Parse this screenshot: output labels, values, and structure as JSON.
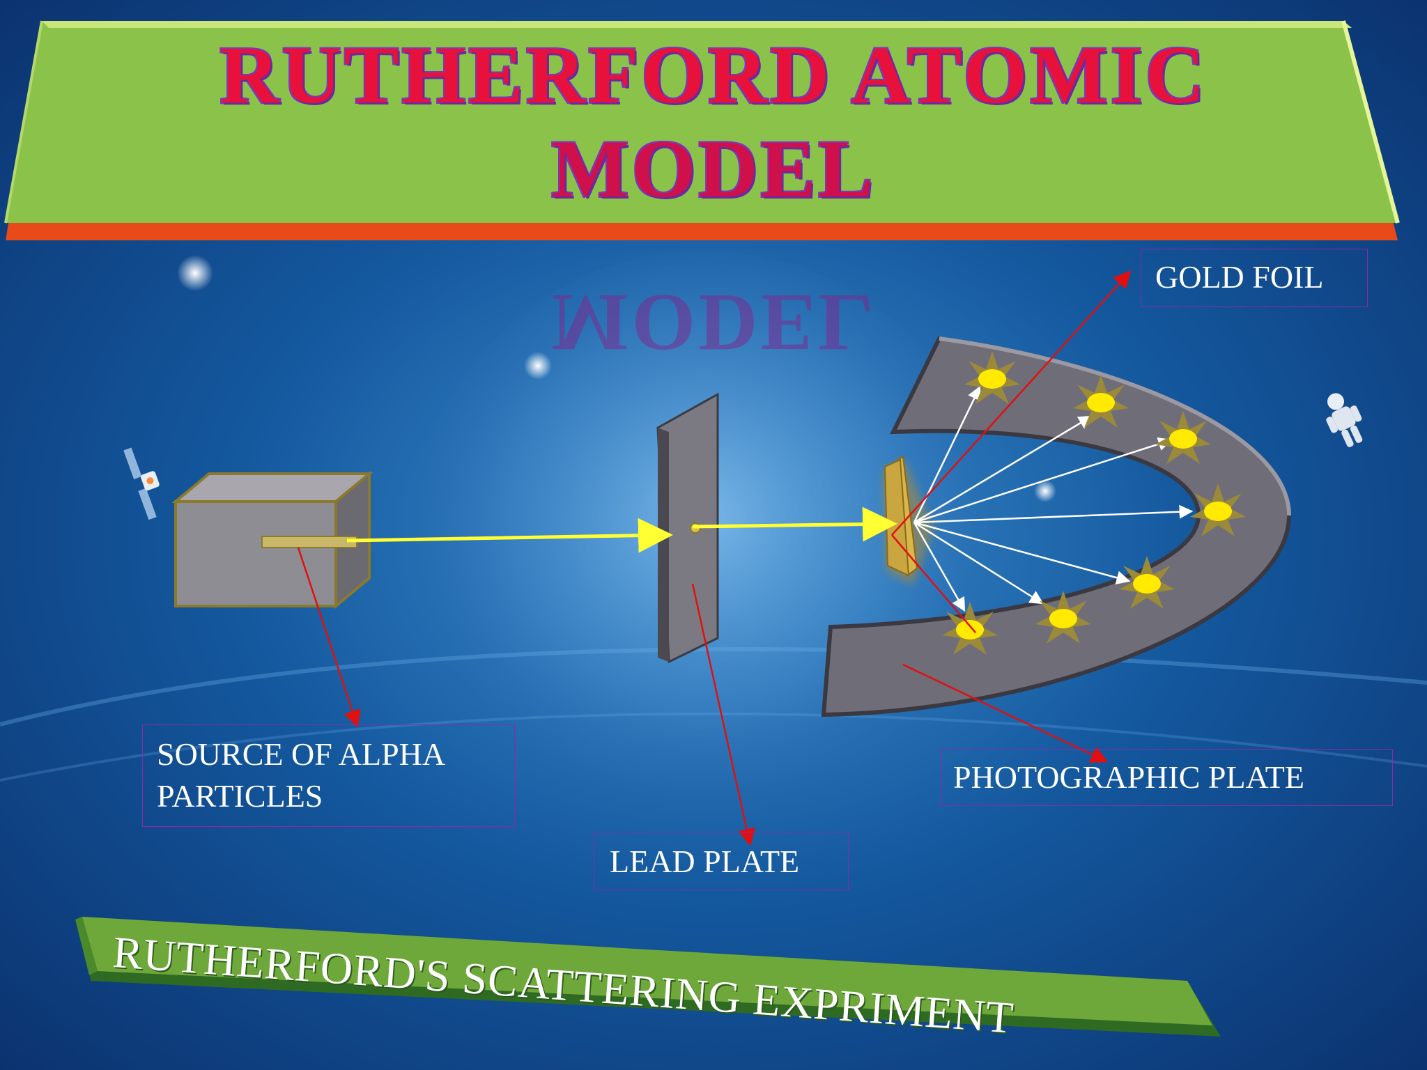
{
  "title": {
    "line1": "RUTHERFORD ATOMIC",
    "line2": "MODEL",
    "reflection": "MODEL"
  },
  "labels": {
    "gold_foil": "GOLD FOIL",
    "source_line1": "SOURCE OF ALPHA",
    "source_line2": "PARTICLES",
    "lead_plate": "LEAD PLATE",
    "photographic_plate": "PHOTOGRAPHIC PLATE"
  },
  "subtitle": "RUTHERFORD'S  SCATTERING EXPRIMENT",
  "colors": {
    "background": "#0e4d92",
    "banner_green": "#8bc34a",
    "banner_edge": "#e84a1a",
    "title_red": "#e8113c",
    "beam_yellow": "#ffff33",
    "pointer_red": "#e01010",
    "label_border": "#8a2ba8",
    "plate_gray": "#6e6d78",
    "flash_yellow": "#ffea00"
  },
  "icons": [
    "satellite-icon",
    "astronaut-icon"
  ]
}
